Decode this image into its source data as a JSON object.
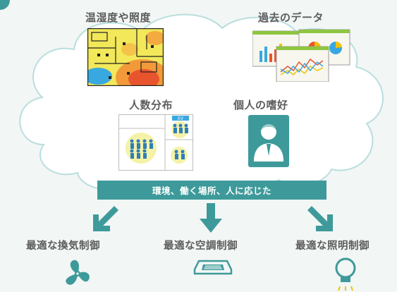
{
  "top_items": {
    "temperature": {
      "title": "温湿度や照度"
    },
    "past_data": {
      "title": "過去のデータ"
    },
    "people": {
      "title": "人数分布",
      "ev_label": "EV"
    },
    "preference": {
      "title": "個人の嗜好"
    }
  },
  "banner": {
    "text": "環境、働く場所、人に応じた"
  },
  "controls": [
    {
      "label": "最適な換気制御",
      "icon": "fan-icon"
    },
    {
      "label": "最適な空調制御",
      "icon": "ceiling-ac-icon"
    },
    {
      "label": "最適な照明制御",
      "icon": "light-bulb-icon"
    }
  ],
  "colors": {
    "teal": "#3e9a9a",
    "cloud_fill": "#ffffff",
    "cloud_stroke": "#b9dede",
    "text_gray": "#5c5c5c",
    "heatmap_yellow": "#f2e85a",
    "heatmap_orange": "#f29a3a",
    "heatmap_red": "#e8542e",
    "heatmap_blue": "#3aa8e0"
  }
}
